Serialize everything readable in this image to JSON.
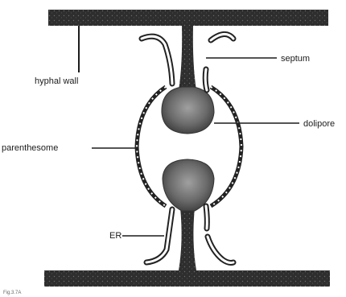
{
  "labels": {
    "hyphal_wall": "hyphal wall",
    "septum": "septum",
    "dolipore": "dolipore",
    "parenthesome": "parenthesome",
    "er": "ER",
    "caption": "Fig.3.7A"
  },
  "colors": {
    "wall": "#2a2a2a",
    "pore": "#555555",
    "line": "#1c1c1c",
    "background": "#ffffff"
  }
}
